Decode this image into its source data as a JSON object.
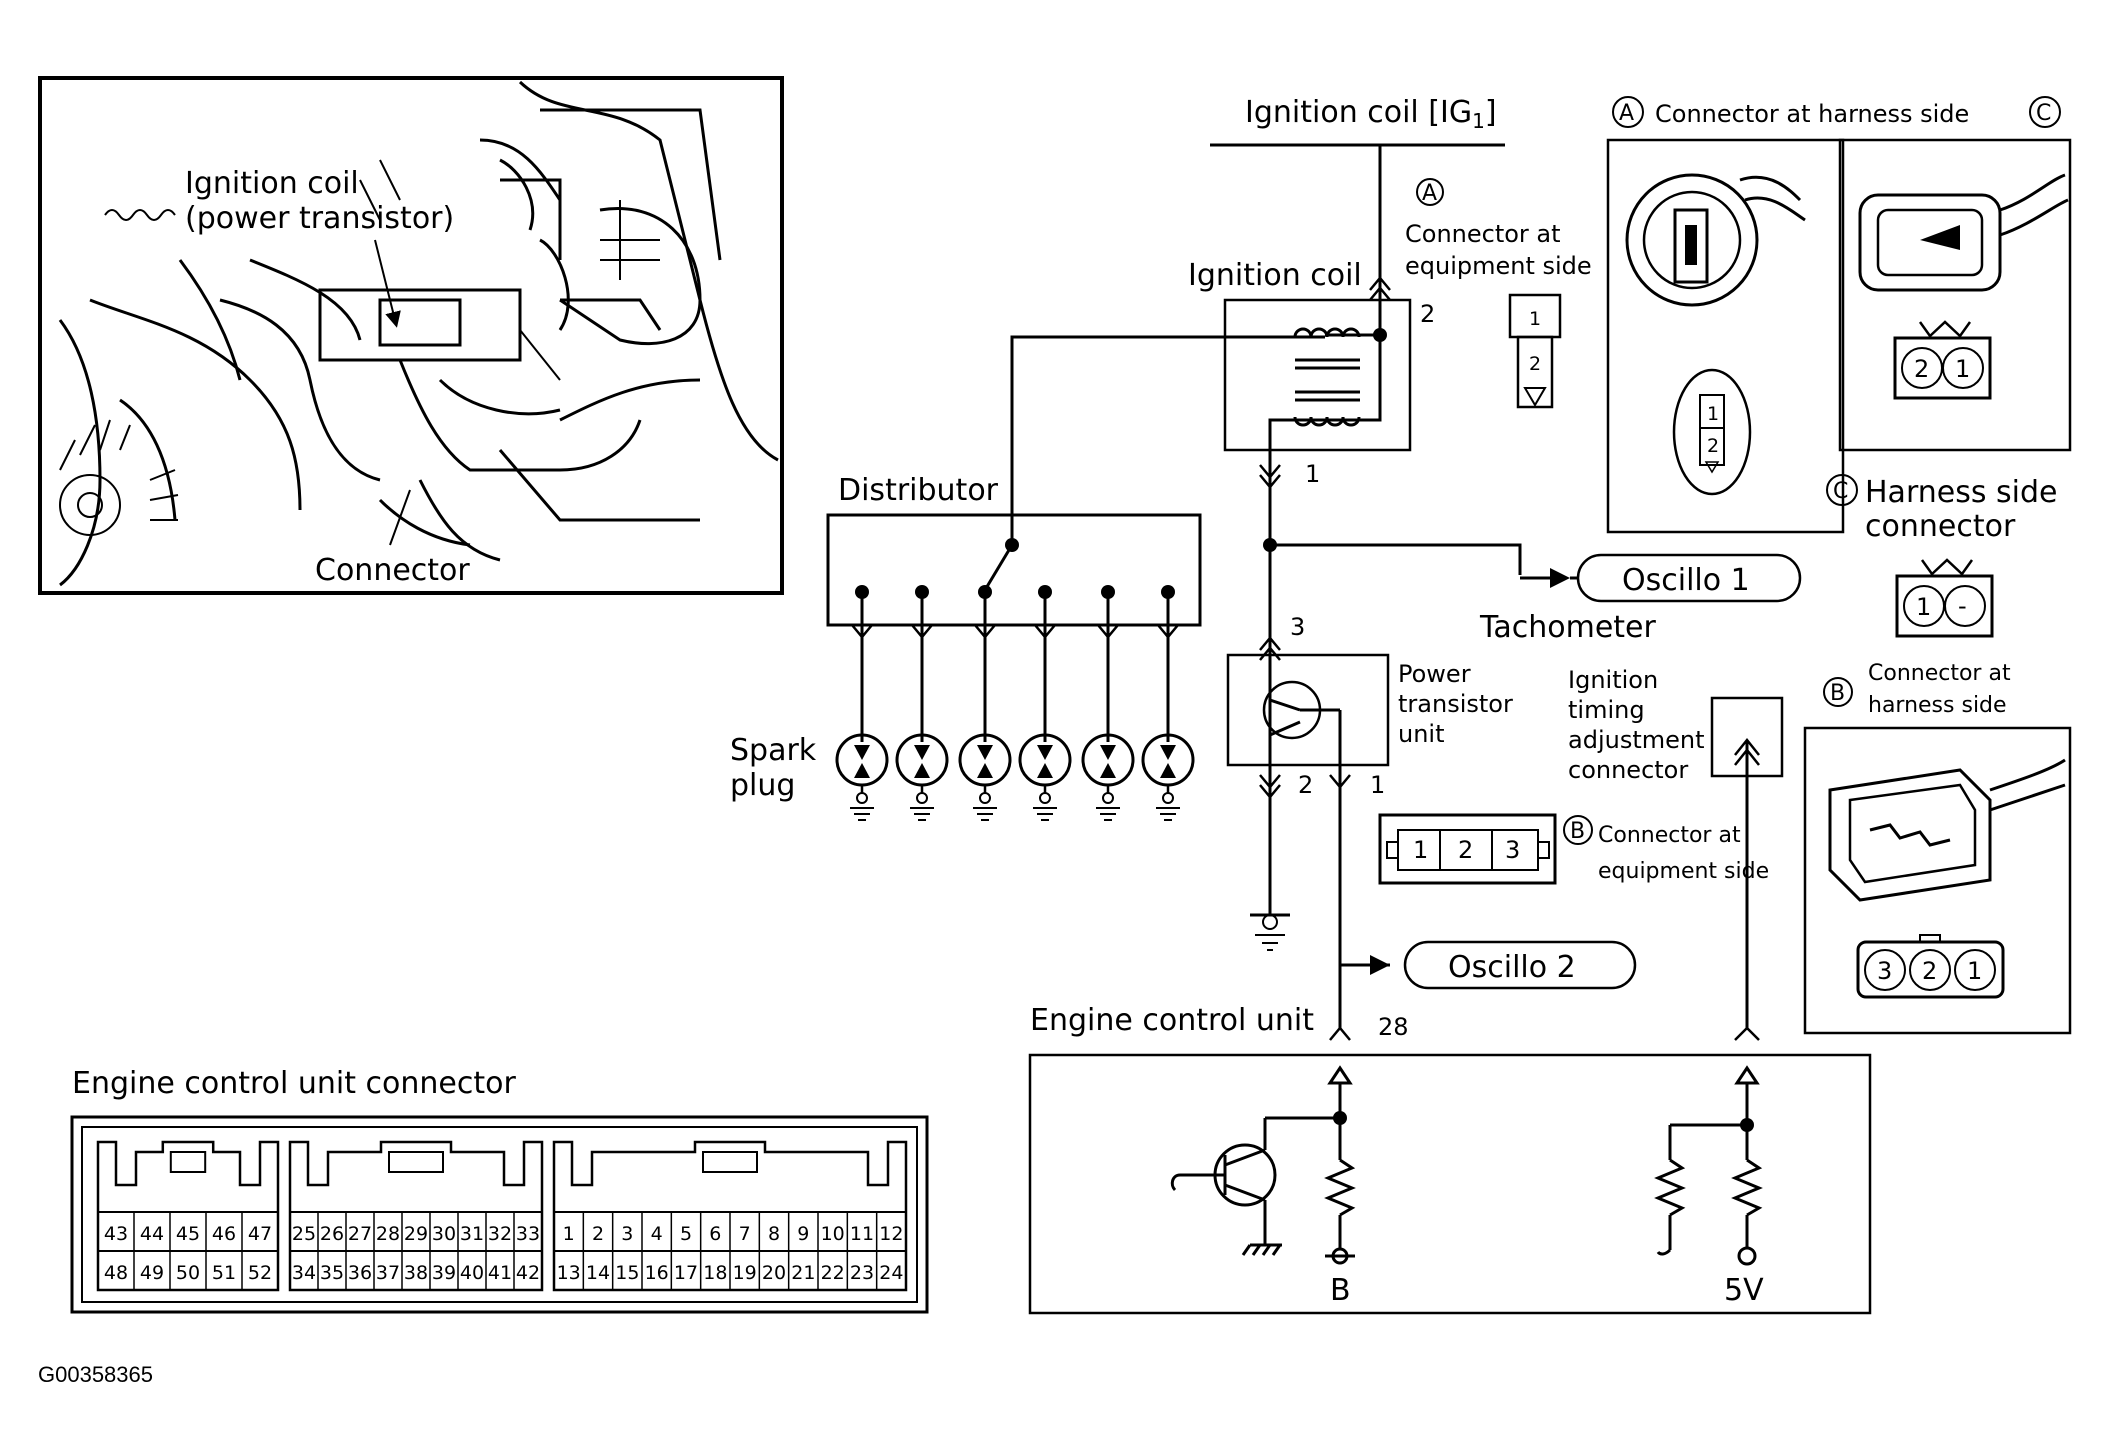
{
  "photo": {
    "ignition_coil_label_line1": "Ignition coil",
    "ignition_coil_label_line2": "(power transistor)",
    "connector_label": "Connector"
  },
  "ignition_coil_ig1": "Ignition coil [IG1]",
  "ignition_coil": "Ignition coil",
  "distributor": "Distributor",
  "spark_plug_line1": "Spark",
  "spark_plug_line2": "plug",
  "tachometer": "Tachometer",
  "oscillo1": "Oscillo 1",
  "oscillo2": "Oscillo 2",
  "power_transistor_unit": [
    "Power",
    "transistor",
    "unit"
  ],
  "ignition_timing_adjustment_connector": [
    "Ignition",
    "timing",
    "adjustment",
    "connector"
  ],
  "engine_control_unit": "Engine control unit",
  "engine_control_unit_connector": "Engine control unit connector",
  "markers": {
    "a": "A",
    "b": "B",
    "c": "C"
  },
  "connector_a_equipment_side": [
    "Connector at",
    "equipment side"
  ],
  "connector_a_harness_side": "Connector at harness  side",
  "connector_c_harness_side": [
    "Harness side",
    "connector"
  ],
  "connector_b_harness_side": [
    "Connector at",
    "harness side"
  ],
  "connector_b_equipment_side": [
    "Connector at",
    "equipment side"
  ],
  "terminals": {
    "coil_top": "2",
    "coil_bottom": "1",
    "ptu_top": "3",
    "ptu_bottom_left": "2",
    "ptu_bottom_right": "1",
    "ecu_28": "28"
  },
  "ecu_outputs": {
    "b": "B",
    "v5": "5V"
  },
  "connector_pins": {
    "a_equip": [
      "1",
      "2"
    ],
    "a_harness": [
      "1",
      "2"
    ],
    "c_equip": [
      "2",
      "1"
    ],
    "c_harness": [
      "1",
      "-"
    ],
    "b_equip": [
      "1",
      "2",
      "3"
    ],
    "b_harness": [
      "3",
      "2",
      "1"
    ]
  },
  "ecu_pins": {
    "block1_top": [
      "43",
      "44",
      "45",
      "46",
      "47"
    ],
    "block1_bottom": [
      "48",
      "49",
      "50",
      "51",
      "52"
    ],
    "block2_top": [
      "25",
      "26",
      "27",
      "28",
      "29",
      "30",
      "31",
      "32",
      "33"
    ],
    "block2_bottom": [
      "34",
      "35",
      "36",
      "37",
      "38",
      "39",
      "40",
      "41",
      "42"
    ],
    "block3_top": [
      "1",
      "2",
      "3",
      "4",
      "5",
      "6",
      "7",
      "8",
      "9",
      "10",
      "11",
      "12"
    ],
    "block3_bottom": [
      "13",
      "14",
      "15",
      "16",
      "17",
      "18",
      "19",
      "20",
      "21",
      "22",
      "23",
      "24"
    ]
  },
  "figure_id": "G00358365"
}
